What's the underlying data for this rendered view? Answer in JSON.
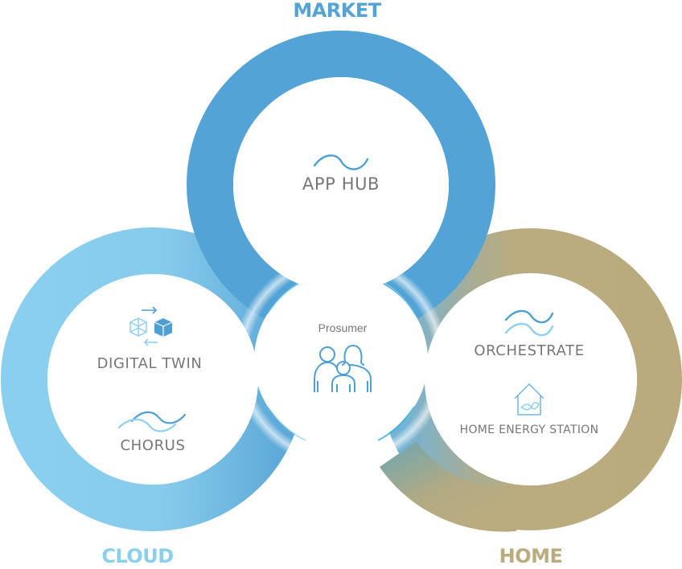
{
  "colors": {
    "market": "#53a3d6",
    "cloud": "#8acfee",
    "home": "#bbac7f",
    "label_gray": "#777777",
    "icon_blue": "#4e9fd4",
    "icon_light_blue": "#8fd0ef"
  },
  "sections": {
    "market": {
      "title": "MARKET",
      "items": [
        {
          "label": "APP HUB",
          "icon": "wave-icon"
        }
      ]
    },
    "cloud": {
      "title": "CLOUD",
      "items": [
        {
          "label": "DIGITAL TWIN",
          "icon": "digital-twin-cubes-icon"
        },
        {
          "label": "CHORUS",
          "icon": "double-wave-icon"
        }
      ]
    },
    "home": {
      "title": "HOME",
      "items": [
        {
          "label": "ORCHESTRATE",
          "icon": "stacked-waves-icon"
        },
        {
          "label": "HOME ENERGY STATION",
          "icon": "house-icon"
        }
      ]
    }
  },
  "center": {
    "label": "Prosumer",
    "icon": "family-icon"
  }
}
